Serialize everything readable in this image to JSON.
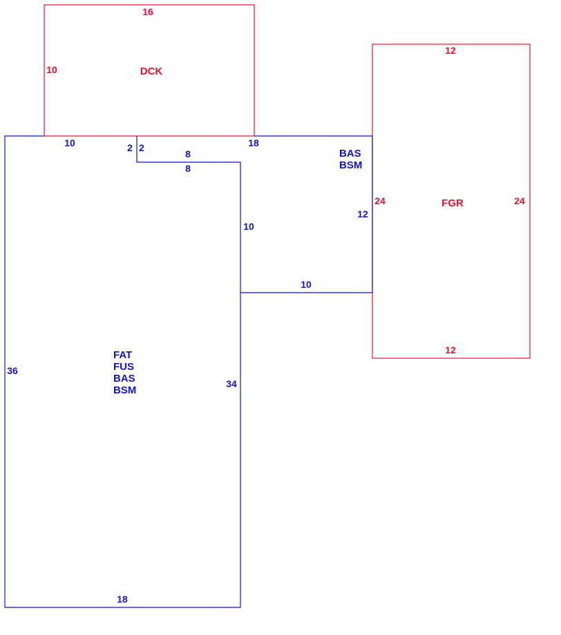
{
  "colors": {
    "red": "#e8112d",
    "blue": "#1313c8"
  },
  "dck": {
    "label": "DCK",
    "dim_top": "16",
    "dim_left": "10",
    "dim_bottom": "18"
  },
  "fgr": {
    "label": "FGR",
    "dim_top": "12",
    "dim_left": "24",
    "dim_right": "24",
    "dim_bottom": "12"
  },
  "main": {
    "labels": [
      "FAT",
      "FUS",
      "BAS",
      "BSM"
    ],
    "dim_top_left": "10",
    "dim_notch_left": "2",
    "dim_notch_right": "2",
    "dim_notch_top": "8",
    "dim_notch_bottom": "8",
    "dim_left": "36",
    "dim_right": "34",
    "dim_bottom": "18"
  },
  "wing": {
    "labels": [
      "BAS",
      "BSM"
    ],
    "dim_left": "10",
    "dim_right": "12",
    "dim_bottom": "10"
  }
}
